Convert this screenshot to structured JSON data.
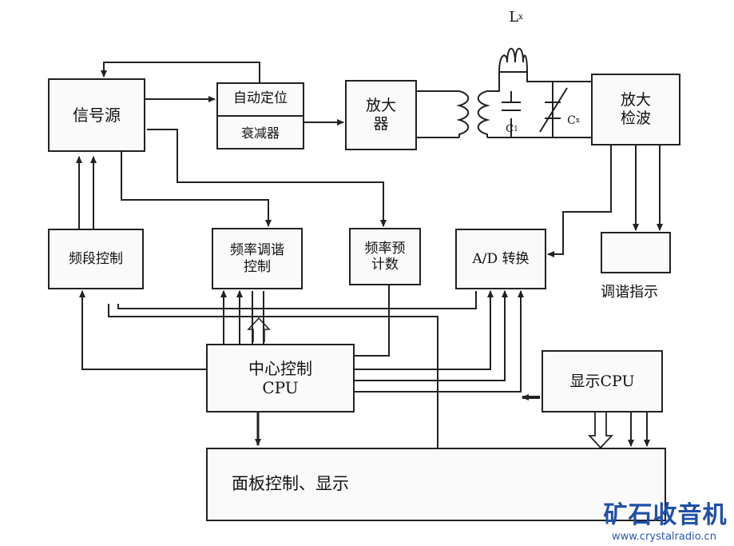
{
  "blocks": {
    "signal_source": "信号源",
    "auto_position": "自动定位",
    "attenuator": "衰减器",
    "amplifier": [
      "放大",
      "器"
    ],
    "amp_detector": [
      "放大",
      "检波"
    ],
    "band_control": "频段控制",
    "freq_tuning_control": [
      "频率调谐",
      "控制"
    ],
    "freq_precount": [
      "频率预",
      "计数"
    ],
    "ad_convert": "A/D 转换",
    "central_cpu": [
      "中心控制",
      "CPU"
    ],
    "display_cpu": "显示CPU",
    "panel_display": "面板控制、显示"
  },
  "labels": {
    "tuning_indicator": "调谐指示",
    "inductor": "L",
    "inductor_sub": "x",
    "cap1": "C",
    "cap1_sub": "1",
    "cap2": "C",
    "cap2_sub": "x"
  },
  "watermark": {
    "name": "矿石收音机",
    "url": "www.crystalradio.cn"
  },
  "colors": {
    "line": "#222222",
    "brand": "#1f4fa8"
  }
}
